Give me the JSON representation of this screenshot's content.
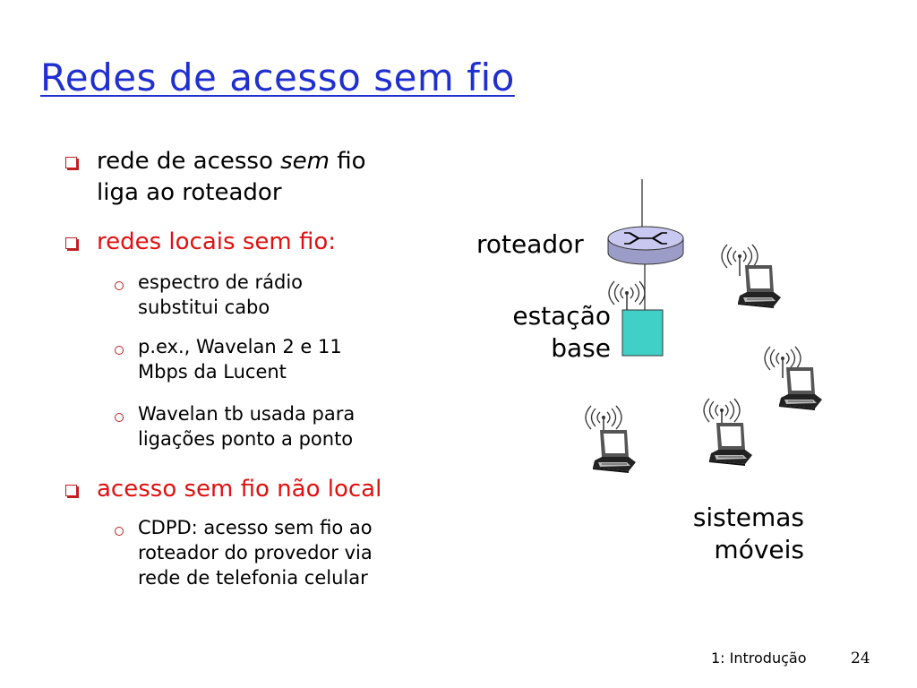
{
  "title": "Redes de acesso sem fio",
  "bullets": {
    "b1_pre": "rede de acesso ",
    "b1_em": "sem",
    "b1_post": " fio",
    "b1_line2": "liga ao roteador",
    "b2": "redes locais sem fio:",
    "b2_s1_l1": "espectro de rádio",
    "b2_s1_l2": "substitui cabo",
    "b2_s2_l1": "p.ex., Wavelan 2 e 11",
    "b2_s2_l2": "Mbps da Lucent",
    "b2_s3_l1": "Wavelan tb usada para",
    "b2_s3_l2": "ligações ponto a ponto",
    "b3": "acesso sem fio não local",
    "b3_s1_l1": "CDPD: acesso sem fio ao",
    "b3_s1_l2": "roteador do provedor via",
    "b3_s1_l3": "rede de telefonia celular"
  },
  "diagram": {
    "router_label": "roteador",
    "base_label_l1": "estação",
    "base_label_l2": "base",
    "mobile_label_l1": "sistemas",
    "mobile_label_l2": "móveis",
    "router_color": "#c8c8f0",
    "base_color": "#40d0c8"
  },
  "footer": {
    "chapter": "1: Introdução",
    "page": "24"
  },
  "colors": {
    "title": "#1f2fd0",
    "bullet_red": "#e01010"
  }
}
